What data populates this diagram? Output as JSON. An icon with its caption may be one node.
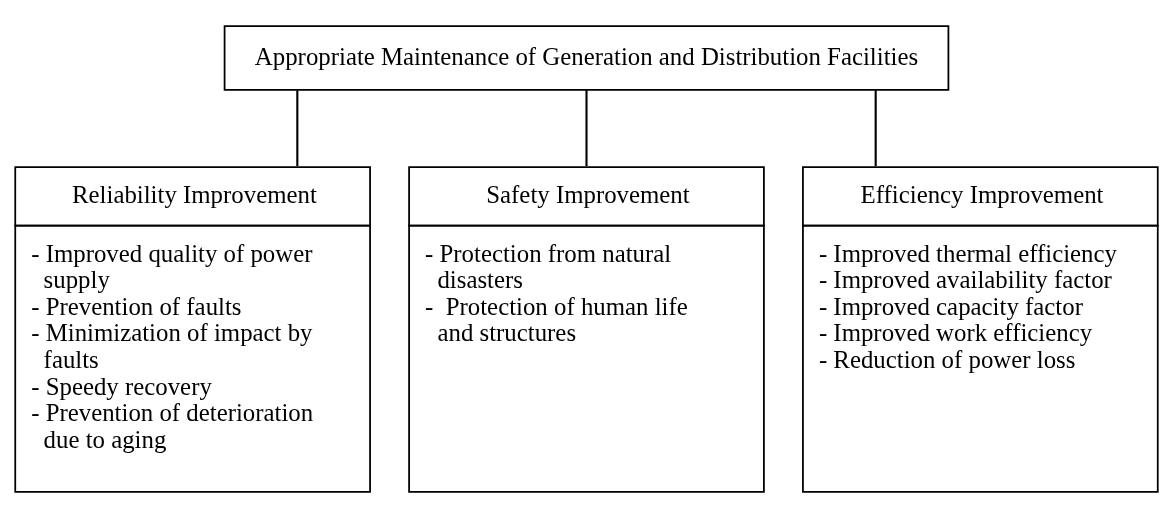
{
  "diagram": {
    "nodes": [
      {
        "text": [
          "Appropriate Maintenance of Generation and Distribution Facilities"
        ]
      },
      {
        "text": [
          "Reliability Improvement",
          "- Improved quality of power supply",
          "- Prevention of faults",
          "- Minimization of impact by faults",
          "- Speedy recovery",
          "- Prevention of deterioration due to aging"
        ]
      },
      {
        "text": [
          "Safety Improvement",
          "- Protection from natural disasters",
          "-  Protection of human life and structures"
        ]
      },
      {
        "text": [
          "Efficiency Improvement",
          "- Improved thermal efficiency",
          "- Improved availability factor",
          "- Improved capacity factor",
          "- Improved work efficiency",
          "- Reduction of power loss"
        ]
      }
    ],
    "edges": [
      {
        "from": 0,
        "to": 1,
        "arrow": "none"
      },
      {
        "from": 0,
        "to": 2,
        "arrow": "none"
      },
      {
        "from": 0,
        "to": 3,
        "arrow": "none"
      }
    ]
  }
}
